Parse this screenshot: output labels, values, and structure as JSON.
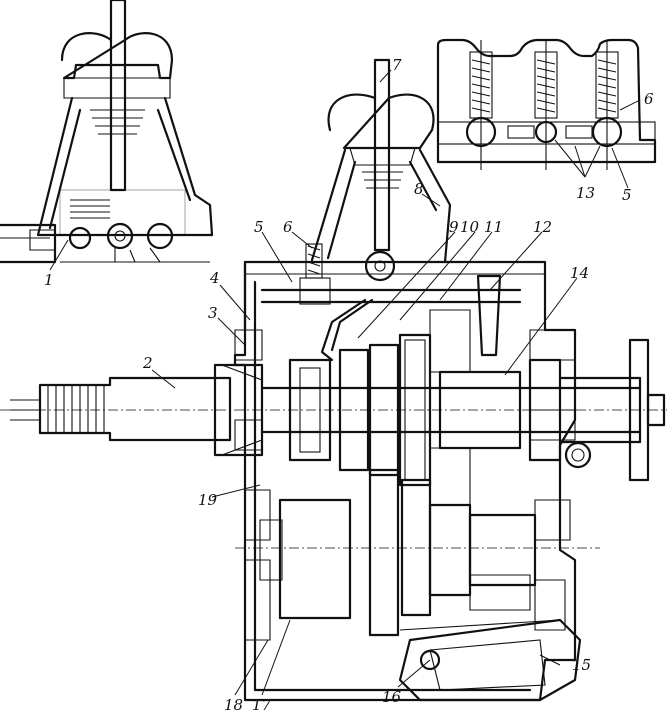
{
  "figure": {
    "callouts": [
      {
        "id": "c1",
        "text": "1"
      },
      {
        "id": "c2",
        "text": "2"
      },
      {
        "id": "c3",
        "text": "3"
      },
      {
        "id": "c4",
        "text": "4"
      },
      {
        "id": "c5",
        "text": "5"
      },
      {
        "id": "c6",
        "text": "6"
      },
      {
        "id": "c7",
        "text": "7"
      },
      {
        "id": "c8",
        "text": "8"
      },
      {
        "id": "c9",
        "text": "9"
      },
      {
        "id": "c10",
        "text": "10"
      },
      {
        "id": "c11",
        "text": "11"
      },
      {
        "id": "c12",
        "text": "12"
      },
      {
        "id": "c13",
        "text": "13"
      },
      {
        "id": "c14",
        "text": "14"
      },
      {
        "id": "c15",
        "text": "15"
      },
      {
        "id": "c16",
        "text": "16"
      },
      {
        "id": "c17",
        "text": "17"
      },
      {
        "id": "c18",
        "text": "18"
      },
      {
        "id": "c19",
        "text": "19"
      },
      {
        "id": "c5b",
        "text": "5"
      },
      {
        "id": "c6b",
        "text": "6"
      }
    ]
  }
}
